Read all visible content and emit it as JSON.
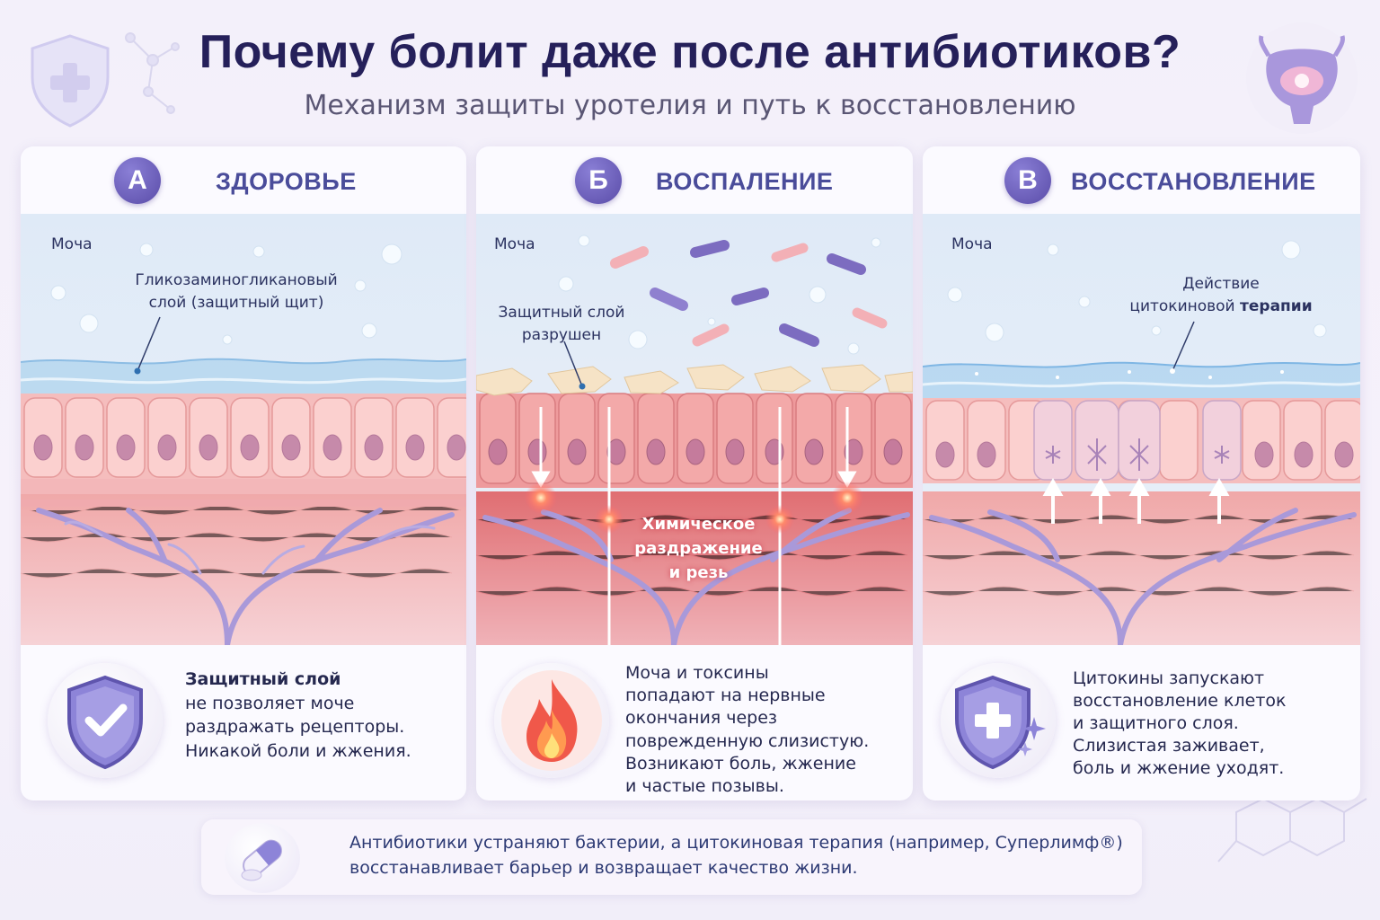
{
  "header": {
    "title": "Почему болит даже после антибиотиков?",
    "subtitle": "Механизм защиты уротелия и путь к восстановлению"
  },
  "panels": [
    {
      "badge": "А",
      "title": "ЗДОРОВЬЕ",
      "urine_label": "Моча",
      "annotation_line1": "Гликозаминогликановый",
      "annotation_line2": "слой (защитный щит)",
      "icon": "shield-check-icon",
      "desc_bold": "Защитный слой",
      "desc_lines": [
        "не позволяет моче",
        "раздражать рецепторы.",
        "Никакой боли и жжения."
      ]
    },
    {
      "badge": "Б",
      "title": "ВОСПАЛЕНИЕ",
      "urine_label": "Моча",
      "annotation_line1": "Защитный слой",
      "annotation_line2": "разрушен",
      "warning_line1": "Химическое",
      "warning_line2": "раздражение",
      "warning_line3": "и резь",
      "icon": "flame-icon",
      "desc_lines": [
        "Моча и токсины",
        "попадают на нервные",
        "окончания через",
        "поврежденную слизистую.",
        "Возникают боль, жжение",
        "и частые позывы."
      ]
    },
    {
      "badge": "В",
      "title": "ВОССТАНОВЛЕНИЕ",
      "urine_label": "Моча",
      "annotation_line1": "Действие",
      "annotation_line2a": "цитокиновой ",
      "annotation_line2b": "терапии",
      "icon": "shield-plus-icon",
      "desc_lines": [
        "Цитокины запускают",
        "восстановление клеток",
        "и защитного слоя.",
        "Слизистая заживает,",
        "боль и жжение уходят."
      ]
    }
  ],
  "footer": {
    "icon": "capsule-icon",
    "line1": "Антибиотики устраняют бактерии, а цитокиновая терапия (например, Суперлимф®)",
    "line2": "восстанавливает барьер и возвращает качество жизни."
  },
  "colors": {
    "title": "#25205a",
    "accent": "#5a4ca8",
    "urine": "#dceaf7",
    "gag_layer": "#a9cdeb",
    "cells": "#f6b4b4",
    "nucleus": "#c98aa8",
    "tissue": "#eea4a4",
    "nerve": "#a999d9",
    "inflamed": "#e6787c"
  }
}
